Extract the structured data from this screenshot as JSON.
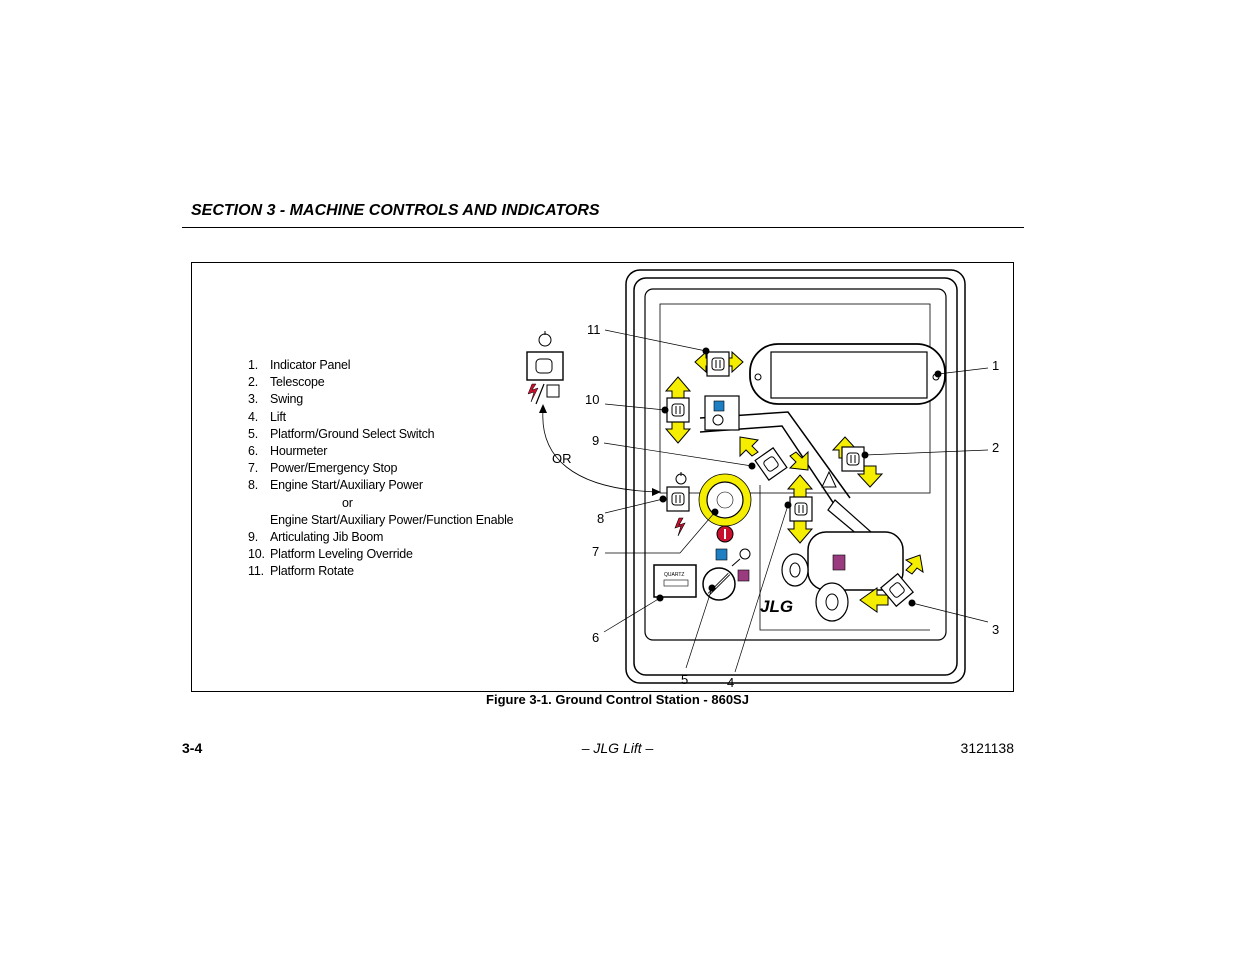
{
  "header": {
    "section_title": "SECTION 3 - MACHINE CONTROLS AND INDICATORS"
  },
  "legend": {
    "items": [
      {
        "num": "1.",
        "label": "Indicator Panel"
      },
      {
        "num": "2.",
        "label": "Telescope"
      },
      {
        "num": "3.",
        "label": "Swing"
      },
      {
        "num": "4.",
        "label": "Lift"
      },
      {
        "num": "5.",
        "label": "Platform/Ground Select Switch"
      },
      {
        "num": "6.",
        "label": "Hourmeter"
      },
      {
        "num": "7.",
        "label": "Power/Emergency Stop"
      },
      {
        "num": "8.",
        "label": "Engine Start/Auxiliary Power"
      }
    ],
    "or_text": "or",
    "item8_alt": "Engine Start/Auxiliary Power/Function Enable",
    "items_after": [
      {
        "num": "9.",
        "label": "Articulating Jib Boom"
      },
      {
        "num": "10.",
        "label": "Platform Leveling Override"
      },
      {
        "num": "11.",
        "label": "Platform Rotate"
      }
    ]
  },
  "diagram": {
    "or_label": "OR",
    "callouts": [
      "1",
      "2",
      "3",
      "4",
      "5",
      "6",
      "7",
      "8",
      "9",
      "10",
      "11"
    ],
    "brand_logo": "JLG",
    "hourmeter_brand": "QUARTZ",
    "colors": {
      "arrow_yellow": "#f5ee00",
      "blue_indicator": "#1e7fc2",
      "purple_indicator": "#9b3b7f",
      "stop_red": "#c8102e"
    }
  },
  "caption": "Figure 3-1. Ground Control Station - 860SJ",
  "footer": {
    "page": "3-4",
    "center": "– JLG Lift –",
    "doc_number": "3121138"
  }
}
